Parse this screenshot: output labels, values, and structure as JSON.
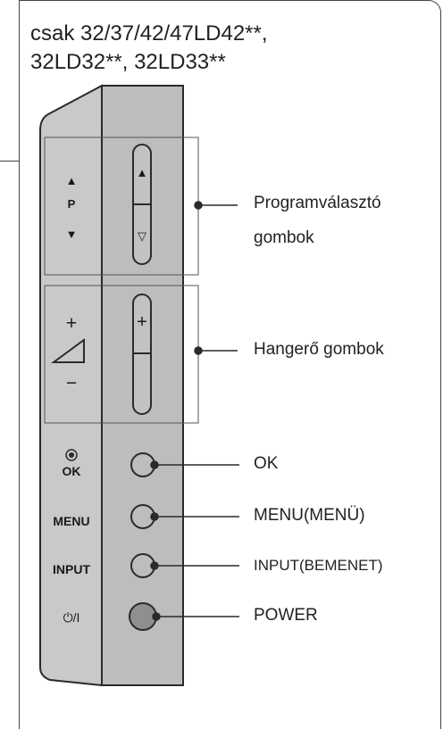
{
  "title_lines": [
    "csak 32/37/42/47LD42**,",
    "32LD32**, 32LD33**"
  ],
  "panel_symbols": {
    "prog_up": "▲",
    "prog_letter": "P",
    "prog_down": "▼",
    "vol_plus": "+",
    "vol_minus": "−",
    "ok_label": "OK",
    "menu_label": "MENU",
    "input_label": "INPUT",
    "power_label": "⏻/I"
  },
  "button_symbols": {
    "prog_up": "▲",
    "prog_down": "▽",
    "vol_plus": "+"
  },
  "callouts": {
    "program": [
      "Programválasztó",
      "gombok"
    ],
    "volume": "Hangerő gombok",
    "ok": "OK",
    "menu": "MENU(MENÜ)",
    "input": "INPUT(BEMENET)",
    "power": "POWER"
  },
  "colors": {
    "panel_left": "#c9c9c9",
    "panel_right": "#bdbdbd",
    "outline": "#2a2a2a"
  }
}
